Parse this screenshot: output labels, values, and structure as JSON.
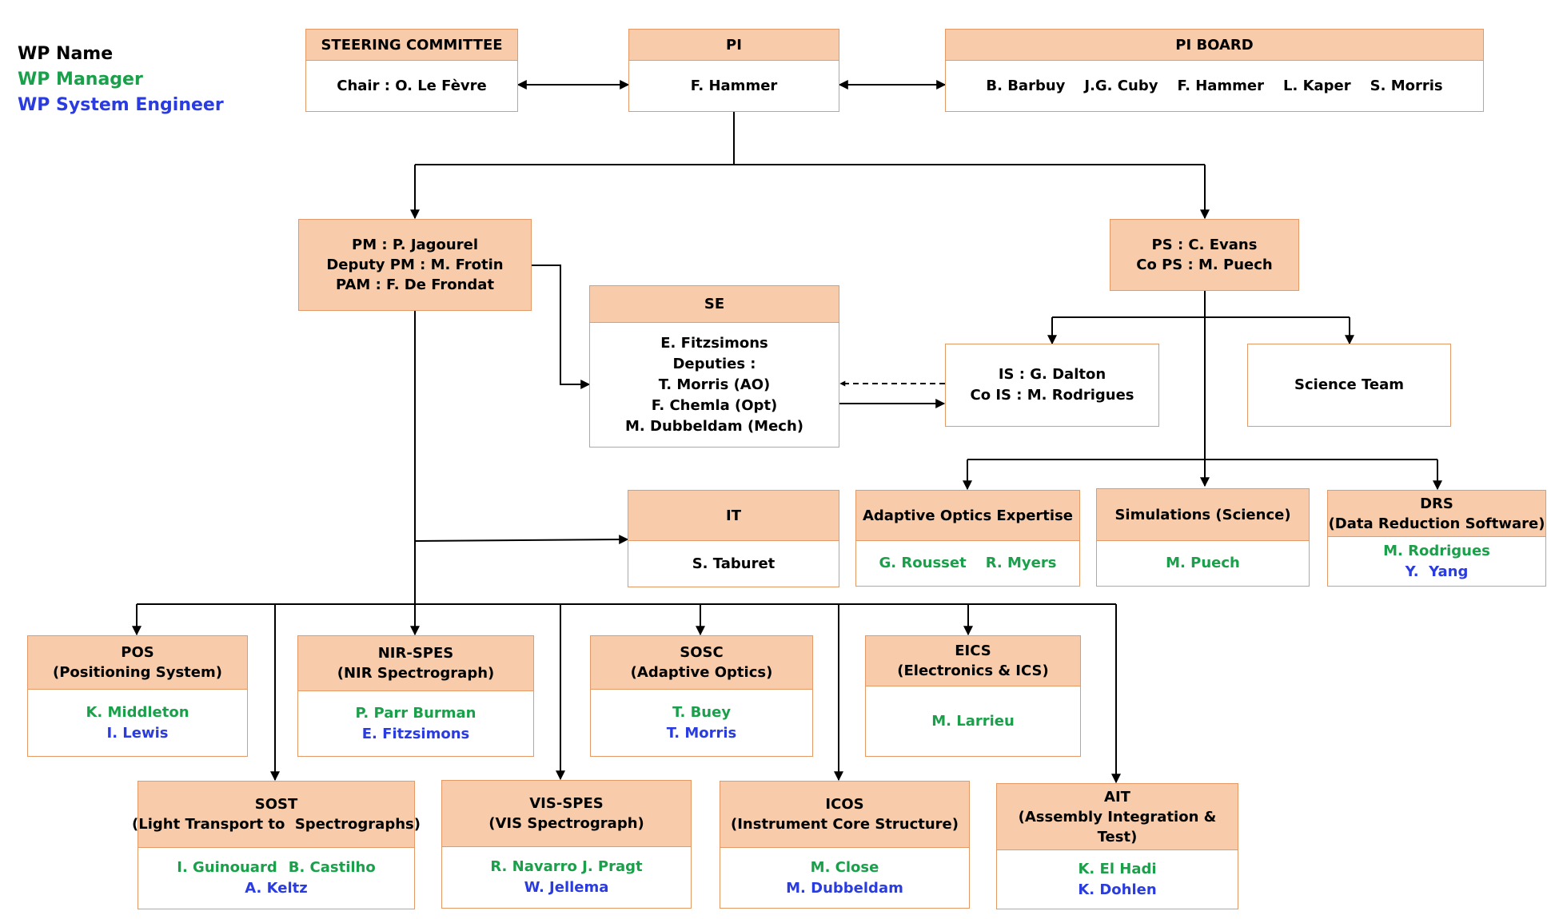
{
  "legend": {
    "wp_name": "WP Name",
    "wp_manager": "WP Manager",
    "wp_system_engineer": "WP System Engineer"
  },
  "colors": {
    "header_fill": "#f8ccaa",
    "border": "#e49a67",
    "manager_green": "#1aa04a",
    "system_engineer_blue": "#2a3ce0"
  },
  "boxes": {
    "steering": {
      "title": "STEERING COMMITTEE",
      "line1": "Chair : O. Le Fèvre"
    },
    "pi": {
      "title": "PI",
      "line1": "F. Hammer"
    },
    "pi_board": {
      "title": "PI BOARD",
      "members": [
        "B. Barbuy",
        "J.G. Cuby",
        "F. Hammer",
        "L. Kaper",
        "S. Morris"
      ]
    },
    "pm": {
      "line1": "PM : P. Jagourel",
      "line2": "Deputy PM : M. Frotin",
      "line3": "PAM : F. De Frondat"
    },
    "ps": {
      "line1": "PS : C. Evans",
      "line2": "Co PS : M. Puech"
    },
    "se": {
      "title": "SE",
      "lines": [
        "E. Fitzsimons",
        "Deputies :",
        "T. Morris (AO)",
        "F. Chemla (Opt)",
        "M. Dubbeldam (Mech)"
      ]
    },
    "is": {
      "line1": "IS : G. Dalton",
      "line2": "Co IS : M. Rodrigues"
    },
    "science_team": {
      "label": "Science Team"
    },
    "it": {
      "title": "IT",
      "line1": "S. Taburet"
    },
    "ao_expertise": {
      "title": "Adaptive Optics Expertise",
      "managers": [
        "G. Rousset",
        "R. Myers"
      ]
    },
    "simulations": {
      "title": "Simulations (Science)",
      "manager": "M. Puech"
    },
    "drs": {
      "title": "DRS",
      "subtitle": "(Data Reduction Software)",
      "manager": "M. Rodrigues",
      "engineer": "Y.  Yang"
    },
    "pos": {
      "title": "POS",
      "subtitle": "(Positioning System)",
      "manager": "K. Middleton",
      "engineer": "I. Lewis"
    },
    "nirspes": {
      "title": "NIR-SPES",
      "subtitle": "(NIR Spectrograph)",
      "manager": "P. Parr Burman",
      "engineer": "E. Fitzsimons"
    },
    "sosc": {
      "title": "SOSC",
      "subtitle": "(Adaptive Optics)",
      "manager": "T. Buey",
      "engineer": "T. Morris"
    },
    "eics": {
      "title": "EICS",
      "subtitle": "(Electronics & ICS)",
      "manager": "M. Larrieu"
    },
    "sost": {
      "title": "SOST",
      "subtitle": "(Light Transport to  Spectrographs)",
      "managers": [
        "I. Guinouard",
        "B. Castilho"
      ],
      "engineer": "A. Keltz"
    },
    "visspes": {
      "title": "VIS-SPES",
      "subtitle": "(VIS Spectrograph)",
      "manager": "R. Navarro J. Pragt",
      "engineer": "W. Jellema"
    },
    "icos": {
      "title": "ICOS",
      "subtitle": "(Instrument Core Structure)",
      "manager": "M. Close",
      "engineer": "M. Dubbeldam"
    },
    "ait": {
      "title": "AIT",
      "subtitle": "(Assembly Integration & Test)",
      "manager": "K. El Hadi",
      "engineer": "K. Dohlen"
    }
  }
}
